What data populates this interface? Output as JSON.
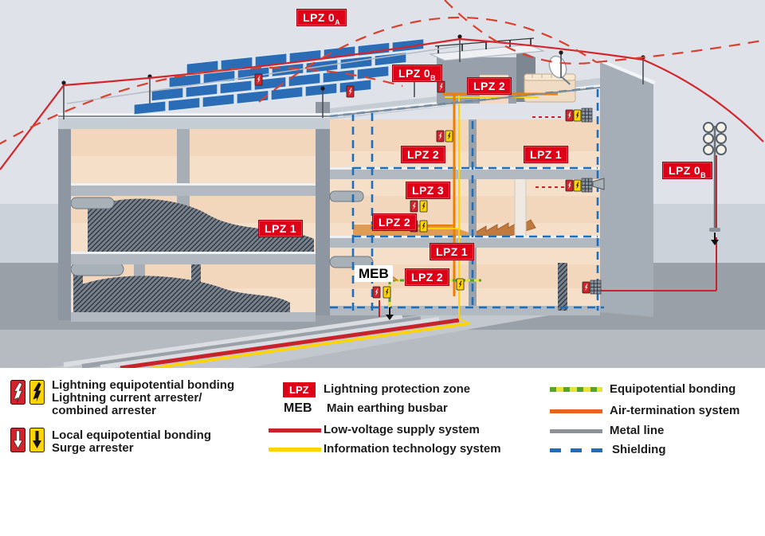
{
  "diagram": {
    "zone_labels": [
      {
        "text": "LPZ 0",
        "sub": "A"
      },
      {
        "text": "LPZ 0",
        "sub": "B"
      },
      {
        "text": "LPZ 2",
        "sub": ""
      },
      {
        "text": "LPZ 2",
        "sub": ""
      },
      {
        "text": "LPZ 1",
        "sub": ""
      },
      {
        "text": "LPZ 0",
        "sub": "B"
      },
      {
        "text": "LPZ 3",
        "sub": ""
      },
      {
        "text": "LPZ 2",
        "sub": ""
      },
      {
        "text": "LPZ 1",
        "sub": ""
      },
      {
        "text": "LPZ 1",
        "sub": ""
      },
      {
        "text": "LPZ 2",
        "sub": ""
      }
    ],
    "meb_label": "MEB"
  },
  "legend": {
    "arrester_items": [
      {
        "line1": "Lightning equipotential bonding",
        "line2": "Lightning current arrester/",
        "line3": "combined arrester"
      },
      {
        "line1": "Local equipotential bonding",
        "line2": "Surge arrester",
        "line3": ""
      }
    ],
    "abbreviations": [
      {
        "abbr": "LPZ",
        "label": "Lightning protection zone"
      },
      {
        "abbr": "MEB",
        "label": "Main earthing busbar"
      }
    ],
    "line_items": [
      {
        "label": "Low-voltage supply system",
        "color": "#c8232b",
        "style": "solid"
      },
      {
        "label": "Information technology system",
        "color": "#ffd400",
        "style": "solid"
      },
      {
        "label": "Equipotential bonding",
        "color": "#e8e337 / #58a32e",
        "style": "dashed-two-tone"
      },
      {
        "label": "Air-termination system",
        "color": "#e8641b",
        "style": "solid"
      },
      {
        "label": "Metal line",
        "color": "#8c9298",
        "style": "solid"
      },
      {
        "label": "Shielding",
        "color": "#1d6fbc",
        "style": "dashed"
      }
    ]
  },
  "colors": {
    "lpz_badge_red": "#dd0016",
    "sky": "#dfe2e9",
    "ground": "#99a0a8",
    "building_interior": "#f6dfc9",
    "solar_panel_blue": "#2a6cb5",
    "shielding_blue": "#1d6fbc",
    "it_system_yellow": "#ffd400",
    "low_voltage_red": "#c8232b",
    "air_termination_orange": "#e8641b",
    "rolling_sphere_red": "#d8402f"
  }
}
